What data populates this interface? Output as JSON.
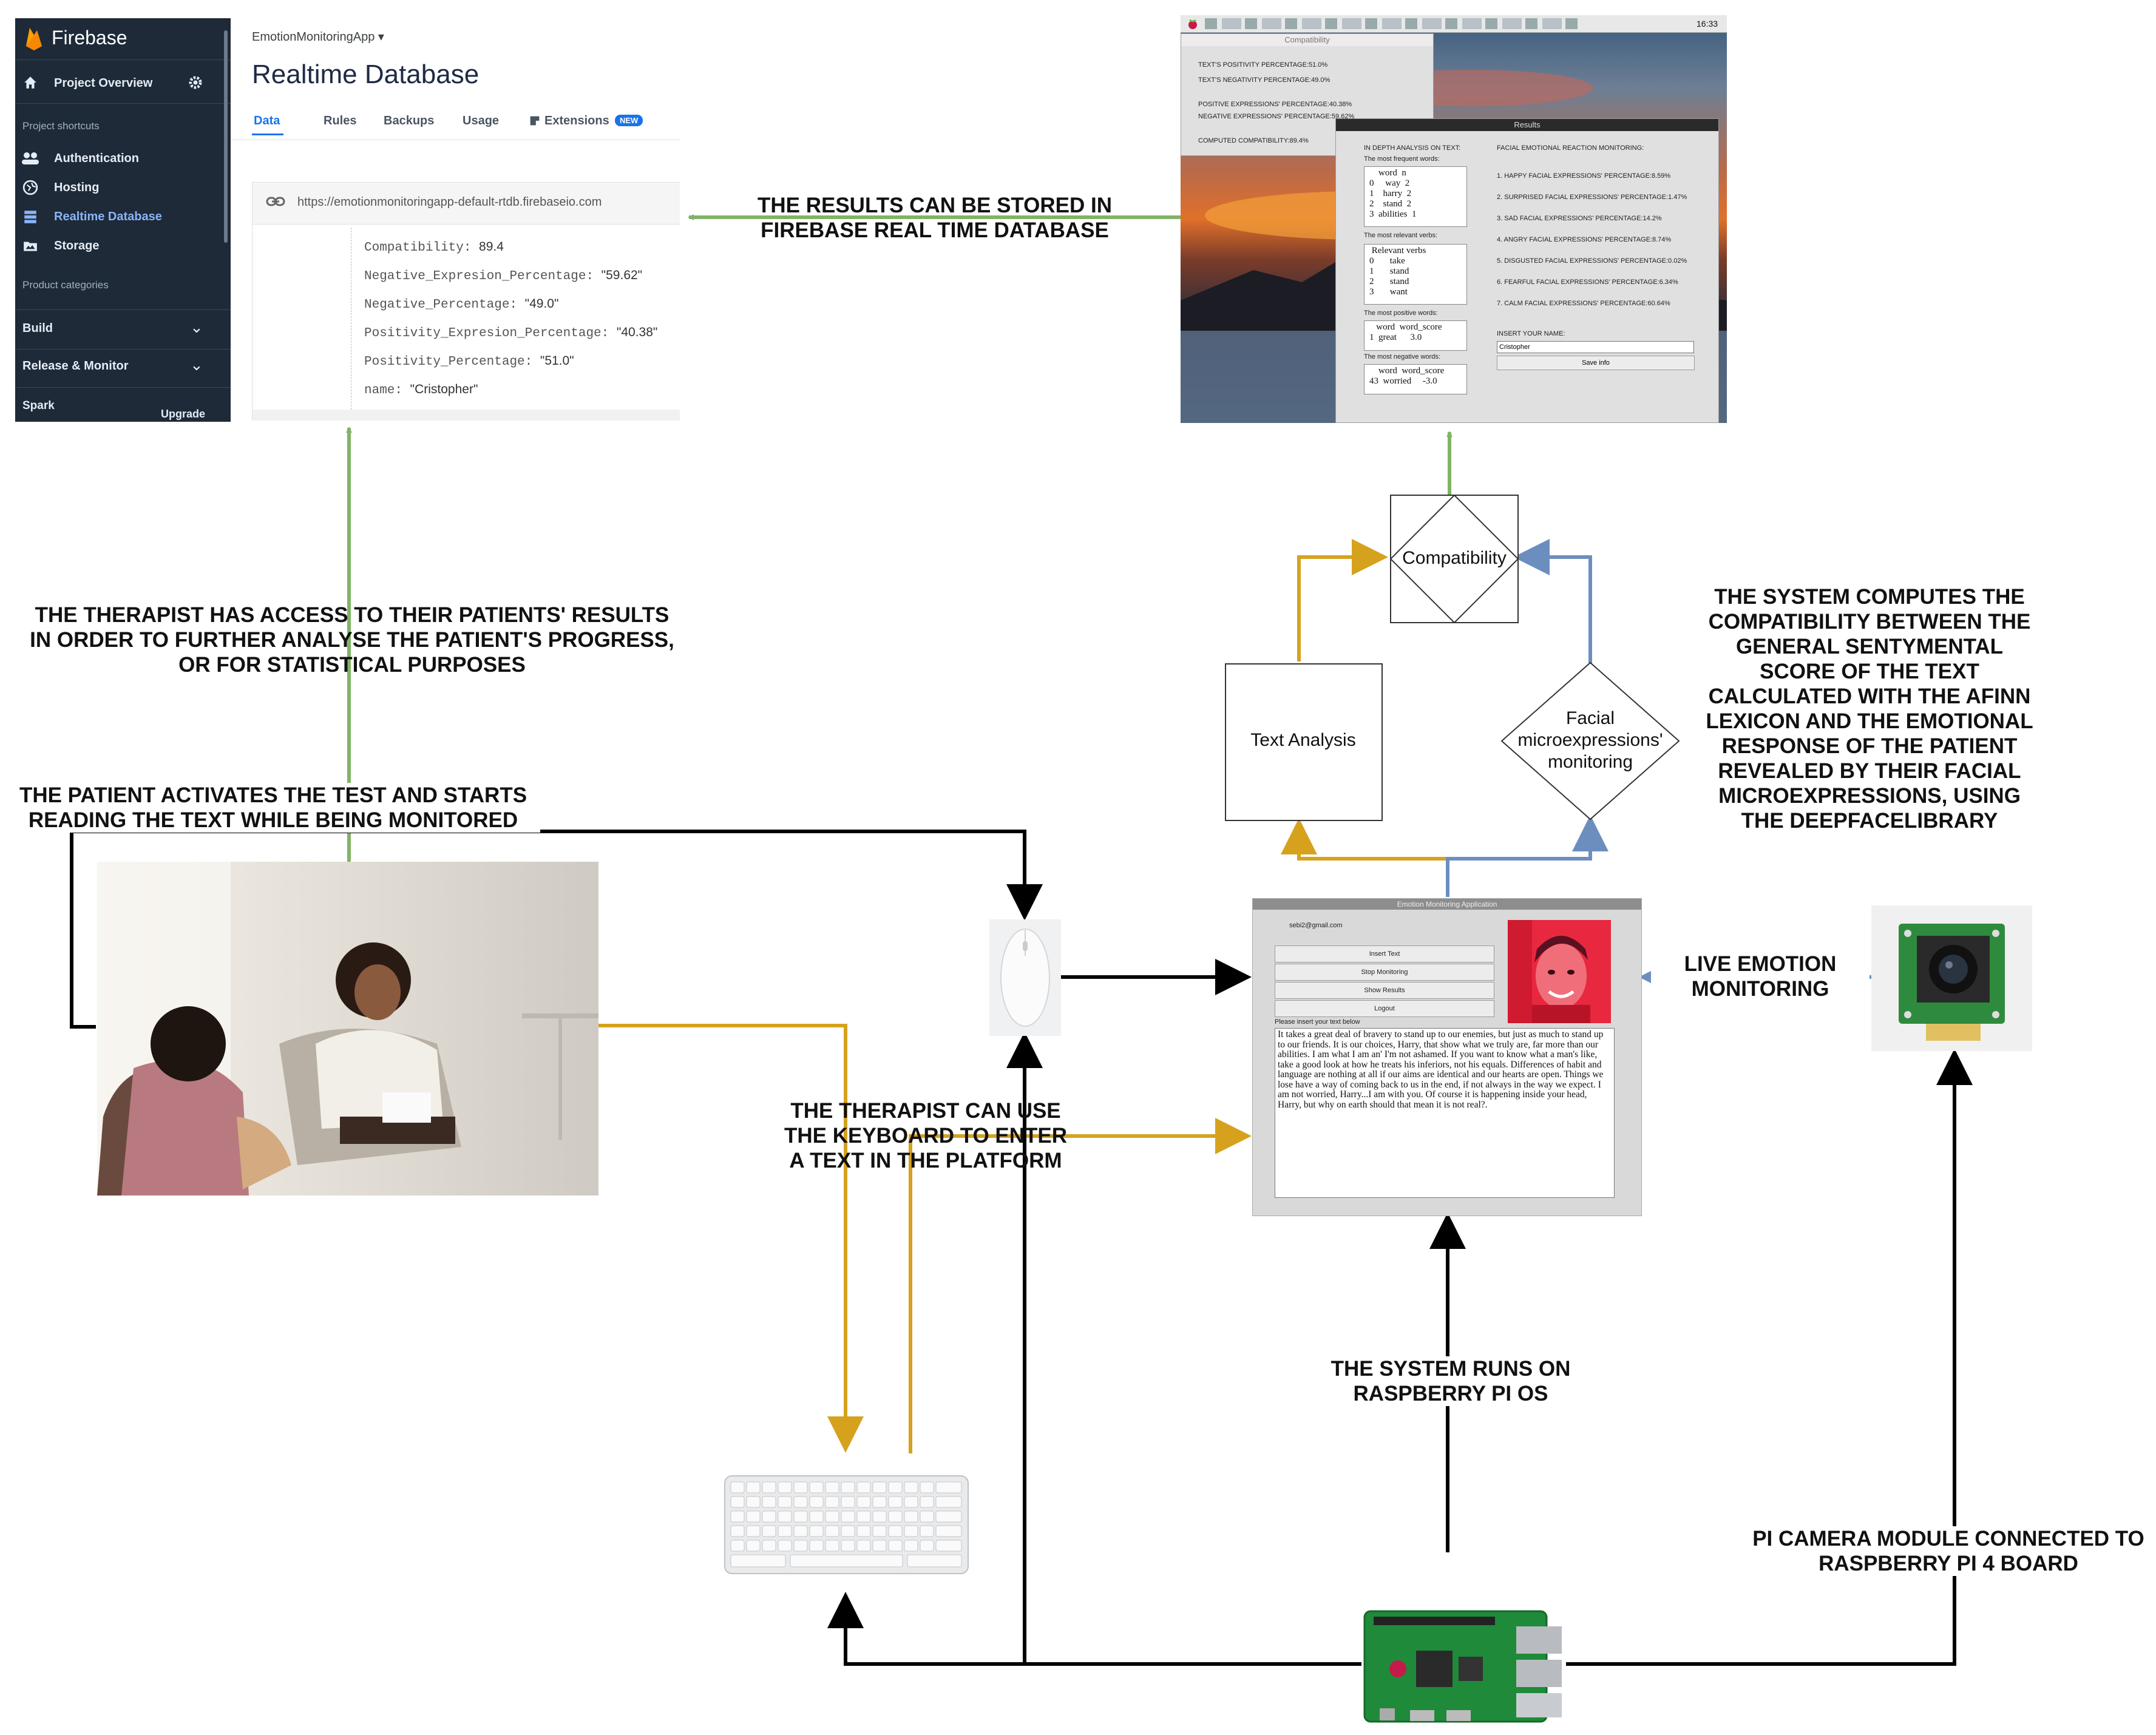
{
  "firebase": {
    "brand": "Firebase",
    "project_overview": "Project Overview",
    "project_shortcuts": "Project shortcuts",
    "nav": [
      "Authentication",
      "Hosting",
      "Realtime Database",
      "Storage"
    ],
    "product_categories": "Product categories",
    "build": "Build",
    "release_monitor": "Release & Monitor",
    "spark": "Spark",
    "upgrade": "Upgrade",
    "app_name": "EmotionMonitoringApp",
    "page_title": "Realtime Database",
    "tabs": [
      "Data",
      "Rules",
      "Backups",
      "Usage",
      "Extensions"
    ],
    "new_badge": "NEW",
    "url": "https://emotionmonitoringapp-default-rtdb.firebaseio.com",
    "records": [
      {
        "key": "Compatibility:",
        "value": "89.4"
      },
      {
        "key": "Negative_Expresion_Percentage:",
        "value": "\"59.62\""
      },
      {
        "key": "Negative_Percentage:",
        "value": "\"49.0\""
      },
      {
        "key": "Positivity_Expresion_Percentage:",
        "value": "\"40.38\""
      },
      {
        "key": "Positivity_Percentage:",
        "value": "\"51.0\""
      },
      {
        "key": "name:",
        "value": "\"Cristopher\""
      }
    ]
  },
  "desktop": {
    "clock": "16:33",
    "compat_title": "Compatibility",
    "compat_lines": [
      "TEXT'S POSITIVITY PERCENTAGE:51.0%",
      "TEXT'S NEGATIVITY PERCENTAGE:49.0%",
      "POSITIVE EXPRESSIONS' PERCENTAGE:40.38%",
      "NEGATIVE EXPRESSIONS' PERCENTAGE:59.62%",
      "COMPUTED COMPATIBILITY:89.4%"
    ],
    "results_title": "Results",
    "in_depth": "IN DEPTH ANALYSIS ON TEXT:",
    "frequent_label": "The most frequent words:",
    "frequent_list": "    word  n\n0     way  2\n1    harry  2\n2    stand  2\n3  abilities  1",
    "verbs_label": "The most relevant verbs:",
    "verbs_list": " Relevant verbs\n0       take\n1       stand\n2       stand\n3       want",
    "positive_label": "The most positive words:",
    "positive_list": "   word  word_score\n1  great      3.0",
    "negative_label": "The most negative words:",
    "negative_list": "    word  word_score\n43  worried     -3.0",
    "facial_title": "FACIAL EMOTIONAL REACTION MONITORING:",
    "facial_lines": [
      "1. HAPPY FACIAL EXPRESSIONS' PERCENTAGE:8.59%",
      "2. SURPRISED FACIAL EXPRESSIONS' PERCENTAGE:1.47%",
      "3. SAD FACIAL EXPRESSIONS' PERCENTAGE:14.2%",
      "4. ANGRY FACIAL EXPRESSIONS' PERCENTAGE:8.74%",
      "5. DISGUSTED FACIAL EXPRESSIONS' PERCENTAGE:0.02%",
      "6. FEARFUL FACIAL EXPRESSIONS' PERCENTAGE:6.34%",
      "7. CALM FACIAL EXPRESSIONS' PERCENTAGE:60.64%"
    ],
    "insert_name_label": "INSERT YOUR NAME:",
    "name_value": "Cristopher",
    "save_button": "Save info"
  },
  "emotion_app": {
    "title": "Emotion Monitoring Application",
    "email": "sebi2@gmail.com",
    "buttons": [
      "Insert Text",
      "Stop Monitoring",
      "Show Results",
      "Logout"
    ],
    "prompt": "Please insert your text below",
    "text": "It takes a great deal of bravery to stand up to our enemies, but just as much to stand up to our friends. It is our choices, Harry, that show what we truly are, far more than our abilities. I am what I am an' I'm not ashamed. If you want to know what a man's like, take a good look at how he treats his inferiors, not his equals. Differences of habit and language are nothing at all if our aims are identical and our hearts are open. Things we lose have a way of coming back to us in the end, if not always in the way we expect. I am not worried, Harry...I am with you. Of course it is happening inside your head, Harry, but why on earth should that mean it is not real?."
  },
  "nodes": {
    "compatibility": "Compatibility",
    "text_analysis": "Text Analysis",
    "facial": "Facial\nmicroexpressions'\nmonitoring"
  },
  "captions": {
    "firebase_store": "THE RESULTS CAN BE STORED IN\nFIREBASE REAL TIME DATABASE",
    "therapist_access": "THE THERAPIST HAS ACCESS TO THEIR PATIENTS' RESULTS\nIN ORDER TO FURTHER ANALYSE THE PATIENT'S PROGRESS,\nOR FOR STATISTICAL PURPOSES",
    "patient_activates": "THE PATIENT ACTIVATES THE TEST AND STARTS\nREADING THE TEXT WHILE BEING MONITORED",
    "system_computes": "THE SYSTEM COMPUTES THE\nCOMPATIBILITY BETWEEN THE\nGENERAL SENTYMENTAL\nSCORE OF THE TEXT\nCALCULATED WITH THE AFINN\nLEXICON AND THE EMOTIONAL\nRESPONSE OF THE PATIENT\nREVEALED BY THEIR FACIAL\nMICROEXPRESSIONS, USING\nTHE DEEPFACELIBRARY",
    "live_emotion": "LIVE EMOTION\nMONITORING",
    "therapist_keyboard": "THE THERAPIST CAN USE\nTHE KEYBOARD TO ENTER\nA TEXT IN THE PLATFORM",
    "raspberry_os": "THE SYSTEM RUNS ON\nRASPBERRY PI OS",
    "camera_module": "PI CAMERA MODULE CONNECTED TO\nRASPBERRY PI 4 BOARD"
  },
  "colors": {
    "green": "#82b366",
    "orange": "#d6a21e",
    "blue": "#6c8ebf",
    "black": "#000000"
  },
  "icons": [
    "firebase-flame-icon",
    "home-icon",
    "gear-icon",
    "users-icon",
    "globe-icon",
    "database-icon",
    "storage-icon",
    "chevron-down-icon",
    "link-icon",
    "extensions-icon",
    "mouse-icon",
    "keyboard-icon",
    "raspberry-pi-board-icon",
    "camera-module-icon",
    "therapy-session-photo",
    "patient-face-photo",
    "sunset-wallpaper"
  ]
}
